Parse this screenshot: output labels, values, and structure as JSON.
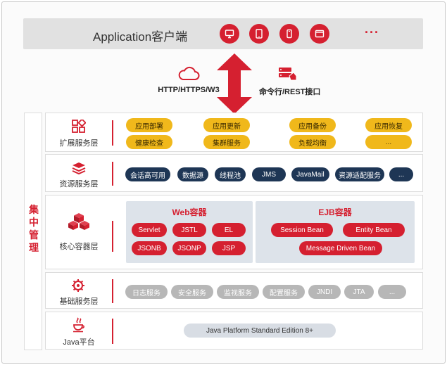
{
  "client": {
    "title": "Application客户端",
    "icons": [
      "monitor-icon",
      "tablet-icon",
      "phone-icon",
      "window-icon"
    ],
    "more": "···"
  },
  "protocols": {
    "left_label": "HTTP/HTTPS/W3",
    "right_label": "命令行/REST接口"
  },
  "management": {
    "label": "集中管理"
  },
  "layers": {
    "extension": {
      "label": "扩展服务层",
      "items": [
        "应用部署",
        "应用更新",
        "应用备份",
        "应用恢复",
        "健康检查",
        "集群服务",
        "负载均衡",
        "..."
      ]
    },
    "resource": {
      "label": "资源服务层",
      "items": [
        "会话高可用",
        "数据源",
        "线程池",
        "JMS",
        "JavaMail",
        "资源适配服务",
        "..."
      ]
    },
    "core": {
      "label": "核心容器层",
      "web_title": "Web容器",
      "web_items": [
        "Servlet",
        "JSTL",
        "EL",
        "JSONB",
        "JSONP",
        "JSP"
      ],
      "ejb_title": "EJB容器",
      "ejb_items": [
        "Session Bean",
        "Entity Bean",
        "Message Driven Bean"
      ]
    },
    "base": {
      "label": "基础服务层",
      "items": [
        "日志服务",
        "安全服务",
        "监视服务",
        "配置服务",
        "JNDI",
        "JTA",
        "..."
      ]
    },
    "java": {
      "label": "Java平台",
      "platform": "Java Platform Standard Edition 8+"
    }
  },
  "colors": {
    "accent_red": "#d52030",
    "yellow": "#f0b81b",
    "navy": "#1e3655",
    "gray": "#b7b7b7",
    "container_bg": "#dde3ea"
  }
}
